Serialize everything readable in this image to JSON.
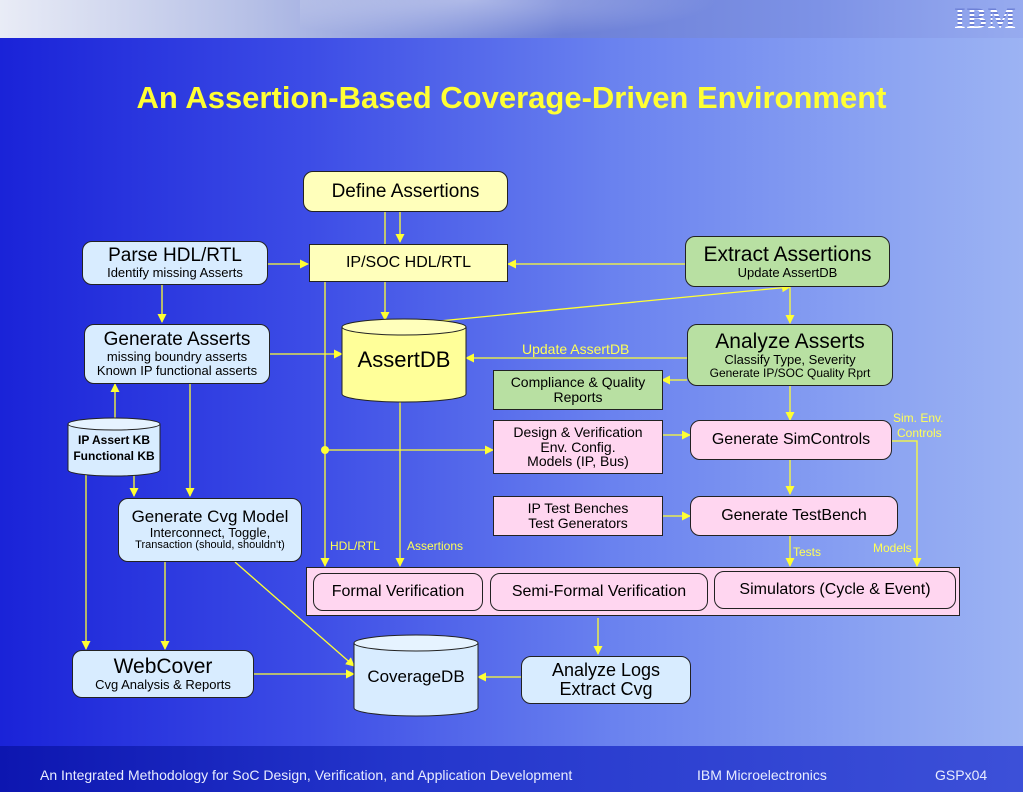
{
  "slide": {
    "title": "An Assertion-Based Coverage-Driven Environment",
    "logo": "IBM"
  },
  "nodes": {
    "define_assertions": "Define Assertions",
    "ip_soc_hdl": "IP/SOC HDL/RTL",
    "parse_hdl": {
      "title": "Parse HDL/RTL",
      "sub": "Identify missing Asserts"
    },
    "extract_assertions": {
      "title": "Extract Assertions",
      "sub": "Update AssertDB"
    },
    "generate_asserts": {
      "title": "Generate Asserts",
      "sub1": "missing boundry asserts",
      "sub2": "Known IP functional asserts"
    },
    "assertdb": "AssertDB",
    "analyze_asserts": {
      "title": "Analyze Asserts",
      "sub1": "Classify Type, Severity",
      "sub2": "Generate IP/SOC Quality Rprt"
    },
    "compliance": {
      "line1": "Compliance & Quality",
      "line2": "Reports"
    },
    "ip_assert_kb": {
      "line1": "IP Assert KB",
      "line2": "Functional KB"
    },
    "design_verification": {
      "line1": "Design & Verification",
      "line2": "Env. Config.",
      "line3": "Models (IP, Bus)"
    },
    "generate_simcontrols": "Generate SimControls",
    "ip_test_benches": {
      "line1": "IP Test Benches",
      "line2": "Test Generators"
    },
    "generate_testbench": "Generate TestBench",
    "generate_cvg_model": {
      "title": "Generate Cvg Model",
      "sub1": "Interconnect, Toggle,",
      "sub2": "Transaction (should, shouldn't)"
    },
    "formal_verification": "Formal Verification",
    "semi_formal_verification": "Semi-Formal Verification",
    "simulators": "Simulators (Cycle & Event)",
    "webcover": {
      "title": "WebCover",
      "sub": "Cvg Analysis & Reports"
    },
    "coveragedb": "CoverageDB",
    "analyze_logs": {
      "line1": "Analyze Logs",
      "line2": "Extract Cvg"
    }
  },
  "labels": {
    "update_assertdb": "Update AssertDB",
    "sim_env": "Sim. Env.",
    "controls": "Controls",
    "hdl_rtl": "HDL/RTL",
    "assertions": "Assertions",
    "tests": "Tests",
    "models": "Models"
  },
  "footer": {
    "left": "An Integrated Methodology for SoC Design, Verification, and Application Development",
    "center": "IBM Microelectronics",
    "right": "GSPx04"
  },
  "colors": {
    "arrow": "#ffff33",
    "title": "#ffff33",
    "pink_box": "#ffd6f0",
    "blue_box": "#d8ecff",
    "green_box": "#b8e0a2",
    "yellow_box": "#ffffbb"
  }
}
